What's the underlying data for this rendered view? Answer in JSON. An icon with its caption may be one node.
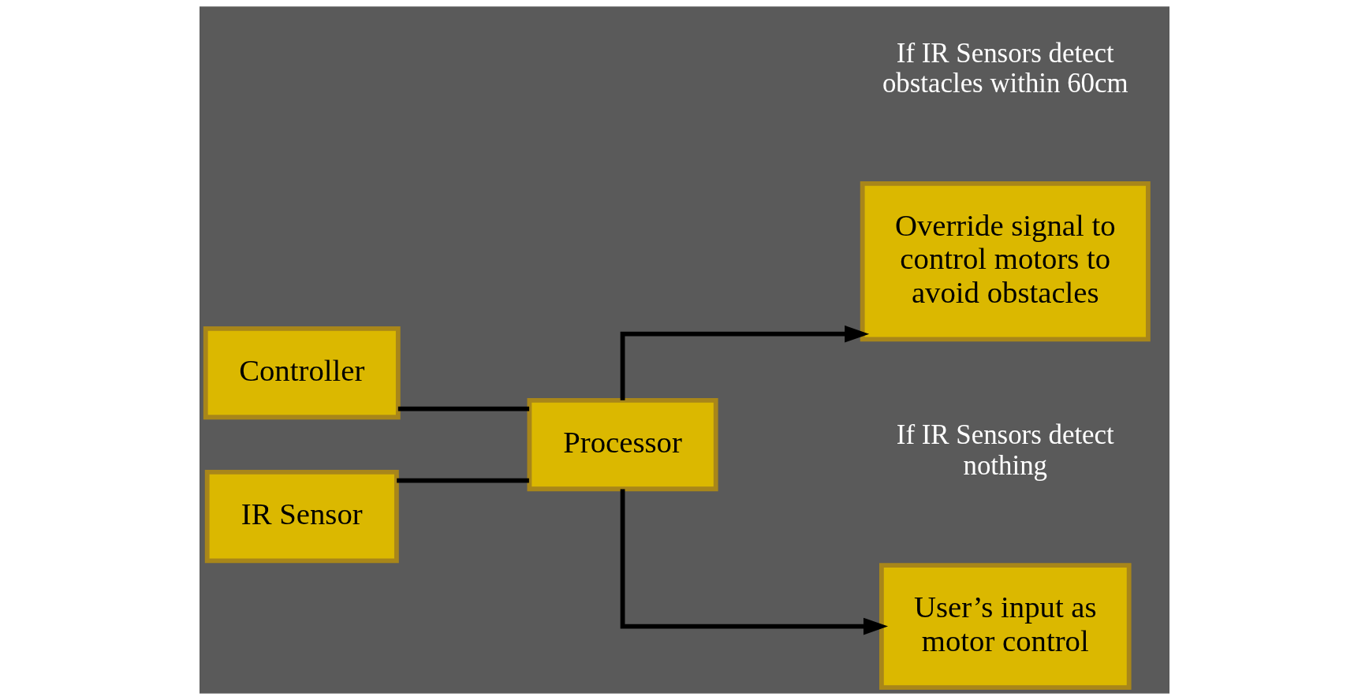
{
  "diagram": {
    "nodes": [
      {
        "text": [
          "Controller"
        ]
      },
      {
        "text": [
          "IR Sensor"
        ]
      },
      {
        "text": [
          "Processor"
        ]
      },
      {
        "text": [
          "Override signal to control motors to avoid obstacles"
        ],
        "beside": [
          "If IR Sensors detect obstacles within 60cm"
        ]
      },
      {
        "text": [
          "User’s input as motor control"
        ],
        "beside": [
          "If IR Sensors detect nothing"
        ]
      }
    ],
    "edges": [
      {
        "from": 0,
        "to": 2,
        "arrow": "none"
      },
      {
        "from": 1,
        "to": 2,
        "arrow": "none"
      },
      {
        "from": 2,
        "to": 3,
        "arrow": "to"
      },
      {
        "from": 2,
        "to": 4,
        "arrow": "to"
      }
    ]
  }
}
